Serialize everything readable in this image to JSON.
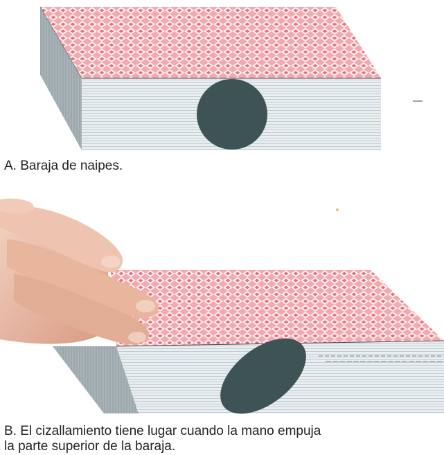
{
  "panels": [
    {
      "id": "A",
      "caption": "A. Baraja de naipes."
    },
    {
      "id": "B",
      "caption_lines": [
        "B. El cizallamiento tiene lugar cuando la mano empuja",
        "la parte superior de la baraja."
      ]
    }
  ],
  "colors": {
    "card_back_pattern_light": "#ffffff",
    "card_back_pattern_dark": "#e8707a",
    "card_back_base": "#f4a9ae",
    "deck_edge_light": "#e9eef0",
    "deck_edge_line": "#b9c4c8",
    "deck_shadow_side": "#8e9a9e",
    "marker_shape": "#3e5356",
    "skin": "#e8b9a3",
    "skin_shadow": "#c98f78"
  }
}
